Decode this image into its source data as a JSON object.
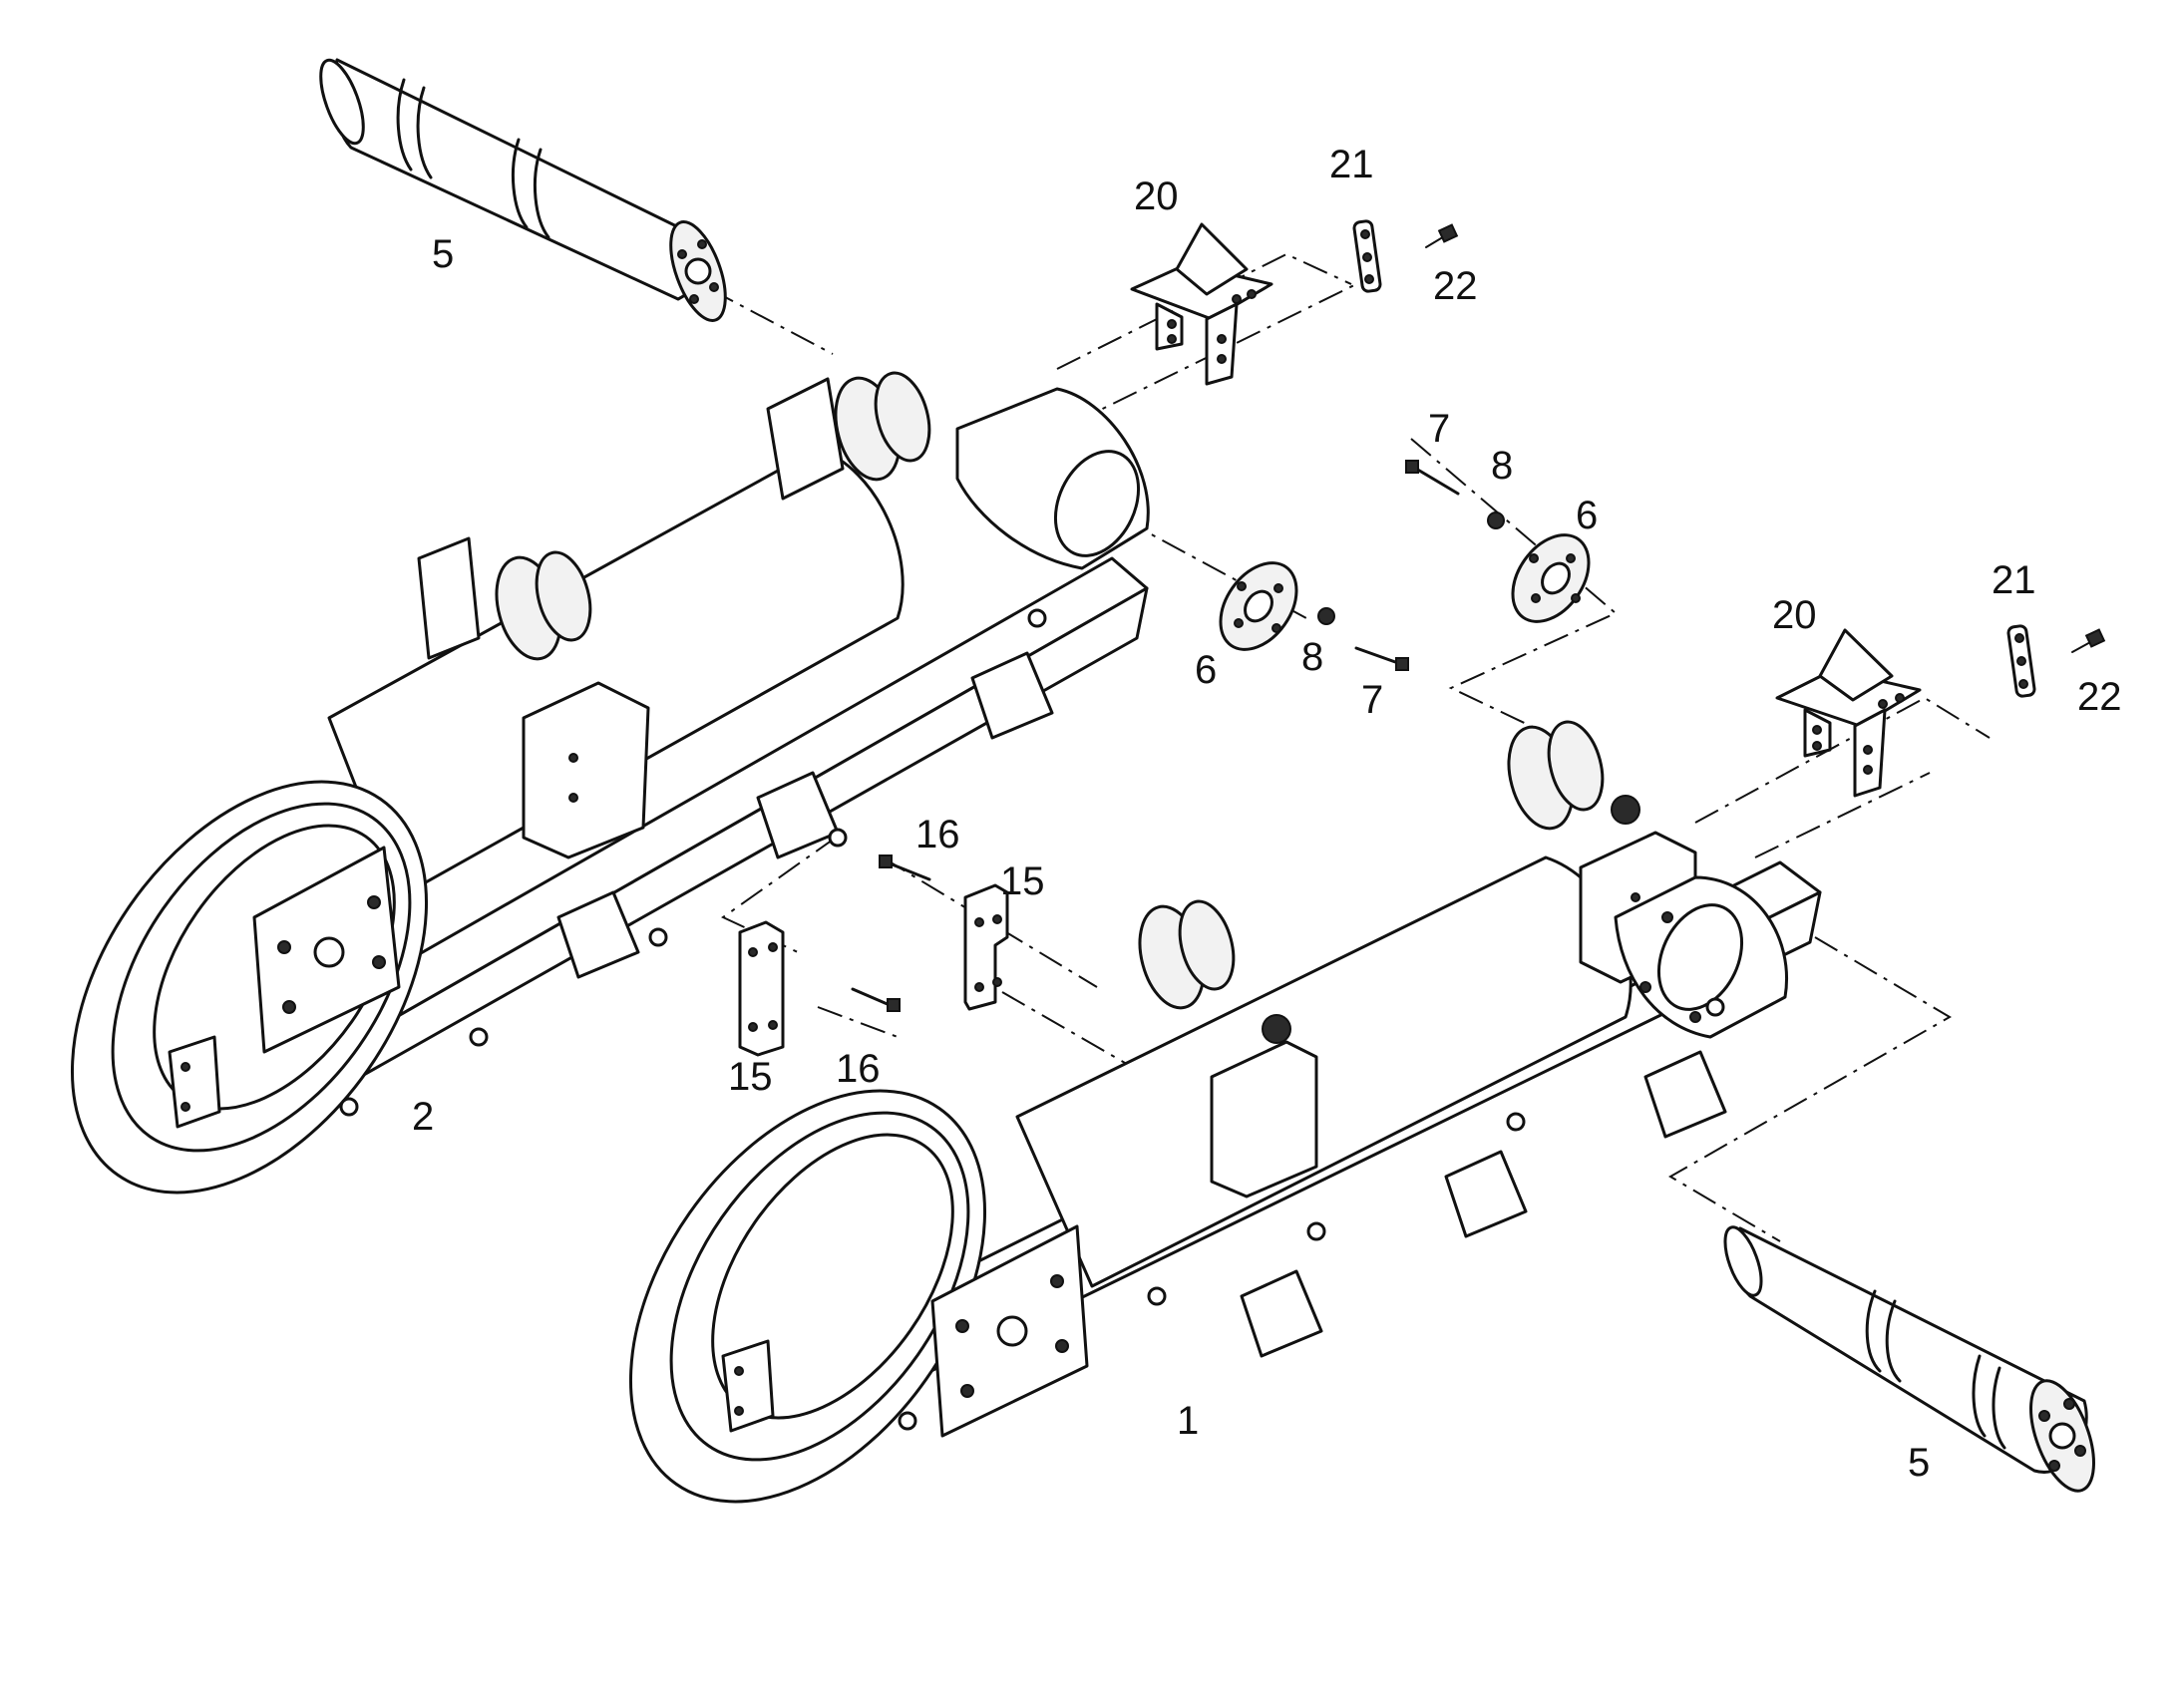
{
  "callouts": {
    "n5a": "5",
    "n20a": "20",
    "n21a": "21",
    "n22a": "22",
    "n7a": "7",
    "n8a": "8",
    "n6a": "6",
    "n6b": "6",
    "n8b": "8",
    "n7b": "7",
    "n20b": "20",
    "n21b": "21",
    "n22b": "22",
    "n16a": "16",
    "n15a": "15",
    "n15b": "15",
    "n16b": "16",
    "n2": "2",
    "n1": "1",
    "n5b": "5"
  }
}
